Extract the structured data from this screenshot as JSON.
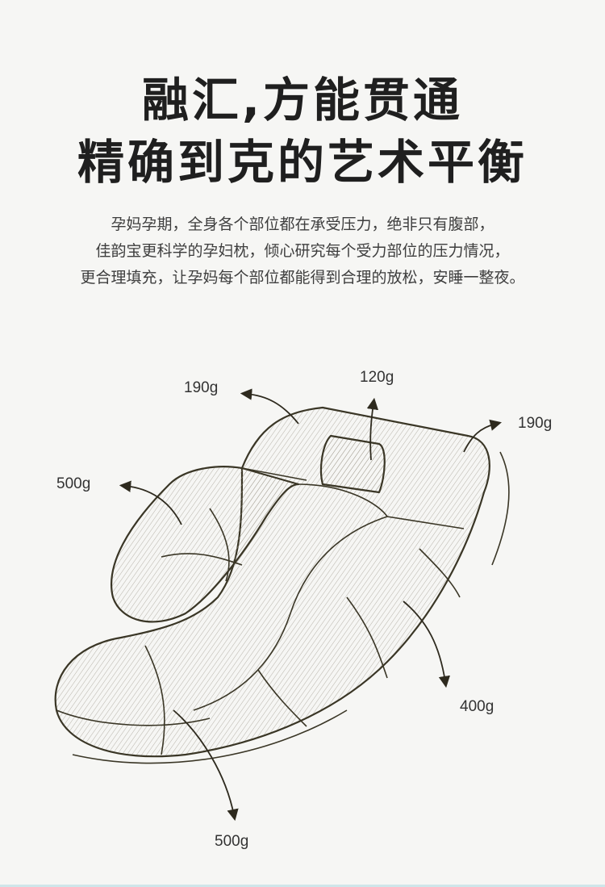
{
  "title": {
    "line1": "融汇,方能贯通",
    "line2": "精确到克的艺术平衡"
  },
  "description": [
    "孕妈孕期，全身各个部位都在承受压力，绝非只有腹部，",
    "佳韵宝更科学的孕妇枕，倾心研究每个受力部位的压力情况，",
    "更合理填充，让孕妈每个部位都能得到合理的放松，安睡一整夜。"
  ],
  "weights": {
    "left_shoulder": "190g",
    "head": "120g",
    "right_shoulder": "190g",
    "left_arm": "500g",
    "right_side": "400g",
    "bottom": "500g"
  },
  "colors": {
    "background": "#f6f6f4",
    "ink": "#3a3626",
    "title": "#1f1f1f"
  }
}
